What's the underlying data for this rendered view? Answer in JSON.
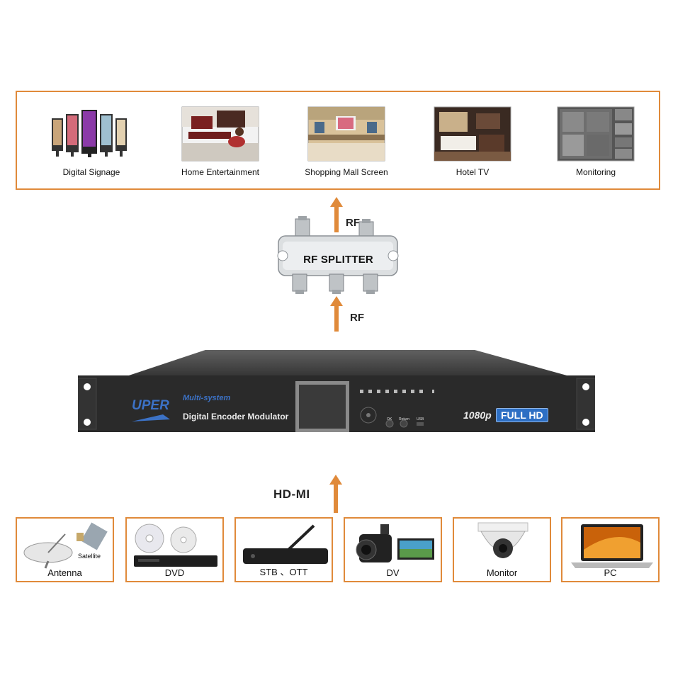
{
  "outputs": [
    {
      "label": "Digital Signage",
      "icon": "digital-signage-image"
    },
    {
      "label": "Home Entertainment",
      "icon": "home-entertainment-image"
    },
    {
      "label": "Shopping Mall Screen",
      "icon": "shopping-mall-image"
    },
    {
      "label": "Hotel TV",
      "icon": "hotel-tv-image"
    },
    {
      "label": "Monitoring",
      "icon": "monitoring-image"
    }
  ],
  "rf_top": "RF",
  "rf_bottom": "RF",
  "splitter": {
    "label": "RF SPLITTER"
  },
  "device": {
    "brand": "UPER",
    "multi": "Multi-system",
    "model": "Digital Encoder Modulator",
    "resolution": "1080p",
    "badge": "FULL HD",
    "btn_ok": "OK",
    "btn_return": "Return",
    "btn_usb": "USB"
  },
  "input_label": "HD-MI",
  "sources": [
    {
      "label": "Antenna",
      "sublabel": "Satellite",
      "icon": "satellite-dish-image"
    },
    {
      "label": "DVD",
      "icon": "dvd-player-image"
    },
    {
      "label": "STB 、OTT",
      "icon": "set-top-box-image"
    },
    {
      "label": "DV",
      "icon": "camcorder-image"
    },
    {
      "label": "Monitor",
      "icon": "dome-camera-image"
    },
    {
      "label": "PC",
      "icon": "laptop-image"
    }
  ],
  "colors": {
    "accent": "#e08a3a",
    "badge": "#2d6fc4",
    "device_body": "#2a2a2a"
  }
}
